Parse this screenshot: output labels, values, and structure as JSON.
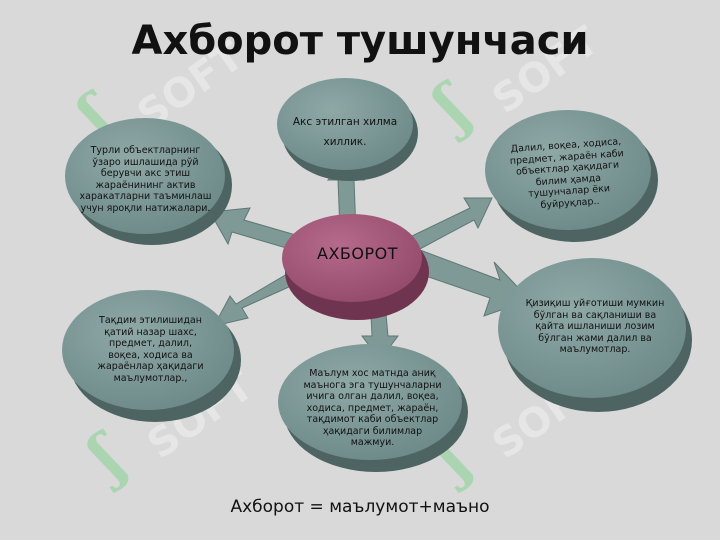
{
  "title": "Ахборот тушунчаси",
  "center": {
    "label": "АХБОРОТ"
  },
  "nodes": [
    {
      "id": "top",
      "text": "Акс этилган хилма\nхиллик."
    },
    {
      "id": "upper-left",
      "text": "Турли объектларнинг\nўзаро ишлашида рўй\nберувчи акс этиш\nжараёнининг актив\nхаракатларни таъминлаш\nучун яроқли натижалари."
    },
    {
      "id": "upper-right",
      "text": "Далил, воқеа, ходиса,\nпредмет, жараён каби\nобъектлар ҳақидаги\nбилим ҳамда\nтушунчалар ёки\nбуйруқлар.."
    },
    {
      "id": "lower-left",
      "text": "Тақдим этилишидан\nқатий назар шахс,\nпредмет, далил,\nвоқеа, ходиса ва\nжараёнлар ҳақидаги\nмаълумотлар.,"
    },
    {
      "id": "bottom",
      "text": "Маълум хос матнда аниқ\nмаънога эга тушунчаларни\nичига олган далил, воқеа,\nходиса, предмет, жараён,\nтақдимот каби объектлар\nҳақидаги билимлар\nмажмуи."
    },
    {
      "id": "right",
      "text": "Қизиқиш уйғотиши мумкин\nбўлган ва сақланиши ва\nқайта ишланиши лозим\nбўлган жами далил ва\nмаълумотлар."
    }
  ],
  "formula": "Ахборот = маълумот+маъно",
  "watermark": "SOFT",
  "colors": {
    "background": "#d9d9d9",
    "node_top": "#7c9896",
    "node_side": "#4d6462",
    "center_top": "#a6597a",
    "center_side": "#6f3550",
    "arrow": "#7f9997"
  }
}
